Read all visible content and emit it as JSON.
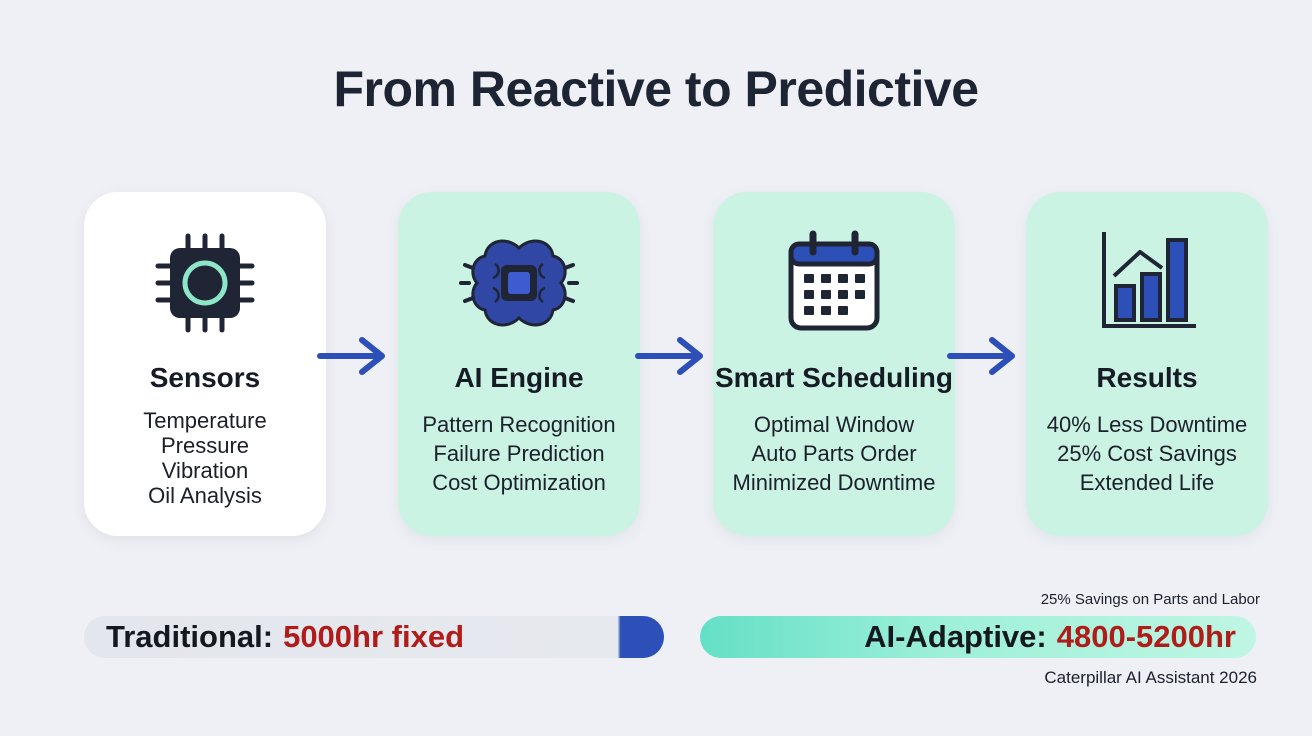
{
  "title": "From Reactive to Predictive",
  "cards": [
    {
      "title": "Sensors",
      "icon": "chip-icon",
      "lines": [
        "Temperature",
        "Pressure",
        "Vibration",
        "Oil Analysis"
      ]
    },
    {
      "title": "AI Engine",
      "icon": "brain-chip-icon",
      "lines": [
        "Pattern Recognition",
        "Failure Prediction",
        "Cost Optimization"
      ]
    },
    {
      "title": "Smart Scheduling",
      "icon": "calendar-icon",
      "lines": [
        "Optimal Window",
        "Auto Parts Order",
        "Minimized Downtime"
      ]
    },
    {
      "title": "Results",
      "icon": "bar-chart-icon",
      "lines": [
        "40% Less Downtime",
        "25% Cost Savings",
        "Extended Life"
      ]
    }
  ],
  "comparison": {
    "traditional_label": "Traditional:",
    "traditional_value": "5000hr fixed",
    "ai_label": "AI-Adaptive:",
    "ai_value": "4800-5200hr"
  },
  "notes": {
    "savings": "25% Savings on Parts and Labor",
    "source": "Caterpillar AI Assistant 2026"
  },
  "colors": {
    "accent_blue": "#2d4fb8",
    "mint": "#cbf3e3",
    "value_red": "#b01c1a",
    "title_dark": "#1d2433"
  }
}
